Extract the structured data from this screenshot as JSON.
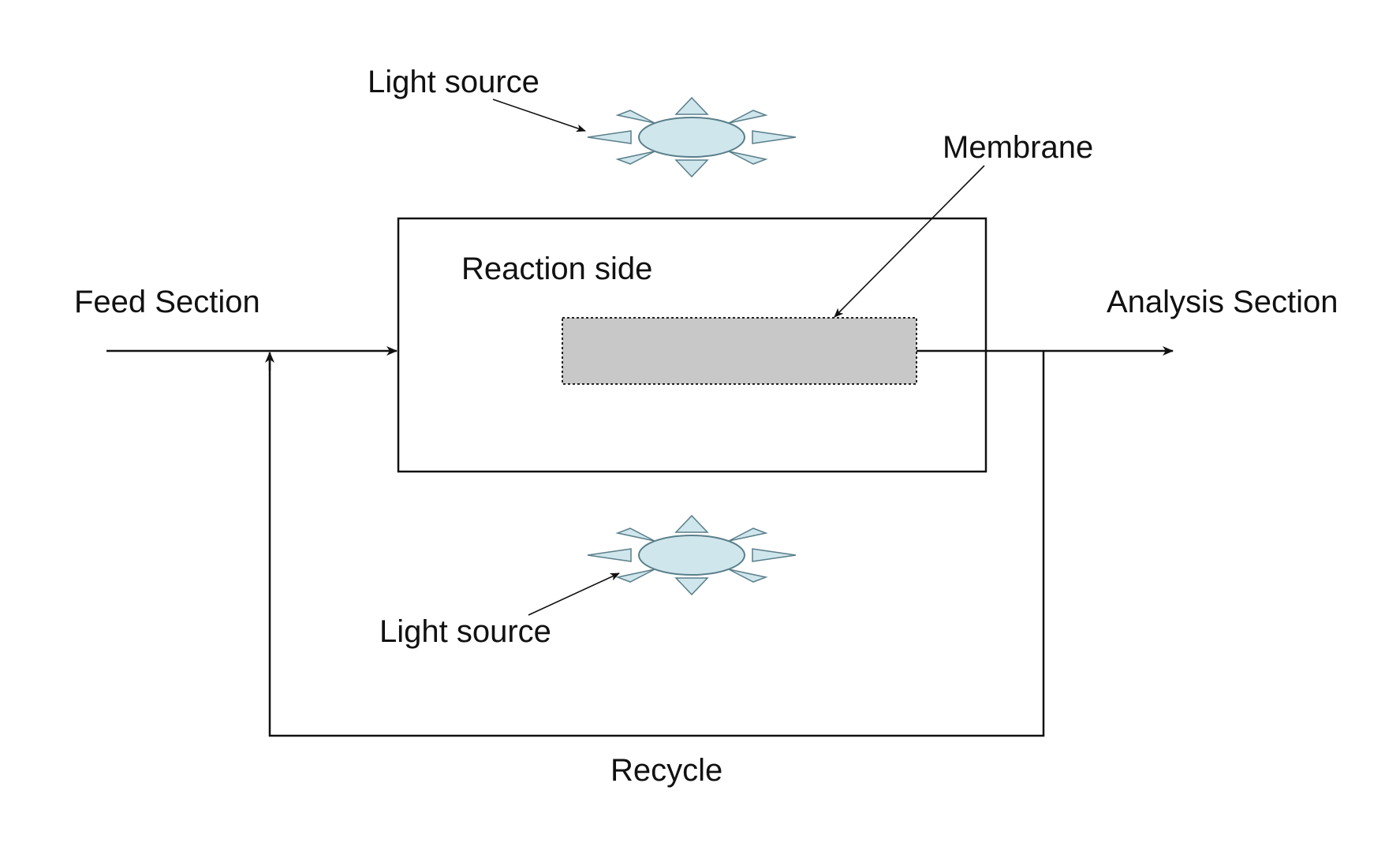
{
  "labels": {
    "light_source_top": "Light source",
    "light_source_bottom": "Light source",
    "membrane": "Membrane",
    "reaction_side": "Reaction side",
    "feed_section": "Feed Section",
    "analysis_section": "Analysis Section",
    "recycle": "Recycle"
  },
  "colors": {
    "line": "#111111",
    "membrane_fill": "#c8c8c8",
    "light_fill": "#cfe6ec",
    "light_stroke": "#5a7f8a"
  },
  "icons": {
    "light_source": "sun-icon"
  }
}
